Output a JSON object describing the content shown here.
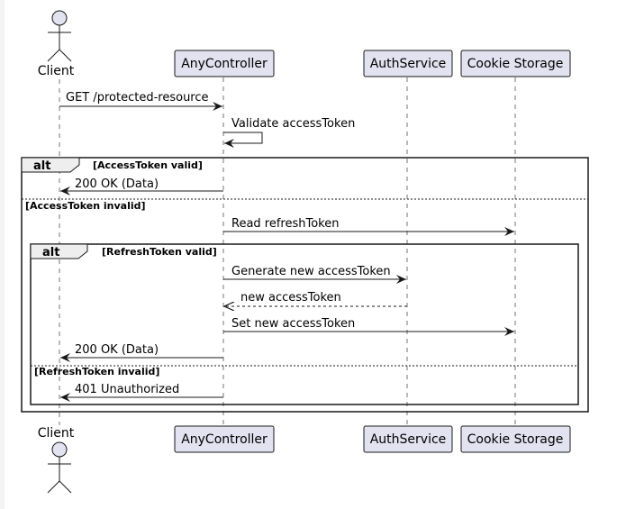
{
  "participants": {
    "client": {
      "label": "Client",
      "kind": "actor"
    },
    "controller": {
      "label": "AnyController",
      "kind": "box"
    },
    "auth": {
      "label": "AuthService",
      "kind": "box"
    },
    "cookie": {
      "label": "Cookie Storage",
      "kind": "box"
    }
  },
  "messages": {
    "m1": {
      "text": "GET /protected-resource",
      "style": "solid"
    },
    "m2": {
      "text": "Validate accessToken",
      "style": "self"
    },
    "m3": {
      "text": "200 OK (Data)",
      "style": "solid"
    },
    "m4": {
      "text": "Read refreshToken",
      "style": "solid"
    },
    "m5": {
      "text": "Generate new accessToken",
      "style": "solid"
    },
    "m6": {
      "text": "new accessToken",
      "style": "dashed"
    },
    "m7": {
      "text": "Set new accessToken",
      "style": "solid"
    },
    "m8": {
      "text": "200 OK (Data)",
      "style": "solid"
    },
    "m9": {
      "text": "401 Unauthorized",
      "style": "solid"
    }
  },
  "fragments": {
    "outer": {
      "keyword": "alt",
      "guard": "[AccessToken valid]",
      "else_guard": "[AccessToken invalid]"
    },
    "inner": {
      "keyword": "alt",
      "guard": "[RefreshToken valid]",
      "else_guard": "[RefreshToken invalid]"
    }
  },
  "colors": {
    "participant_fill": "#e2e2f0",
    "participant_border": "#181818",
    "lifeline": "#181818",
    "arrow": "#181818",
    "text": "#000000"
  }
}
